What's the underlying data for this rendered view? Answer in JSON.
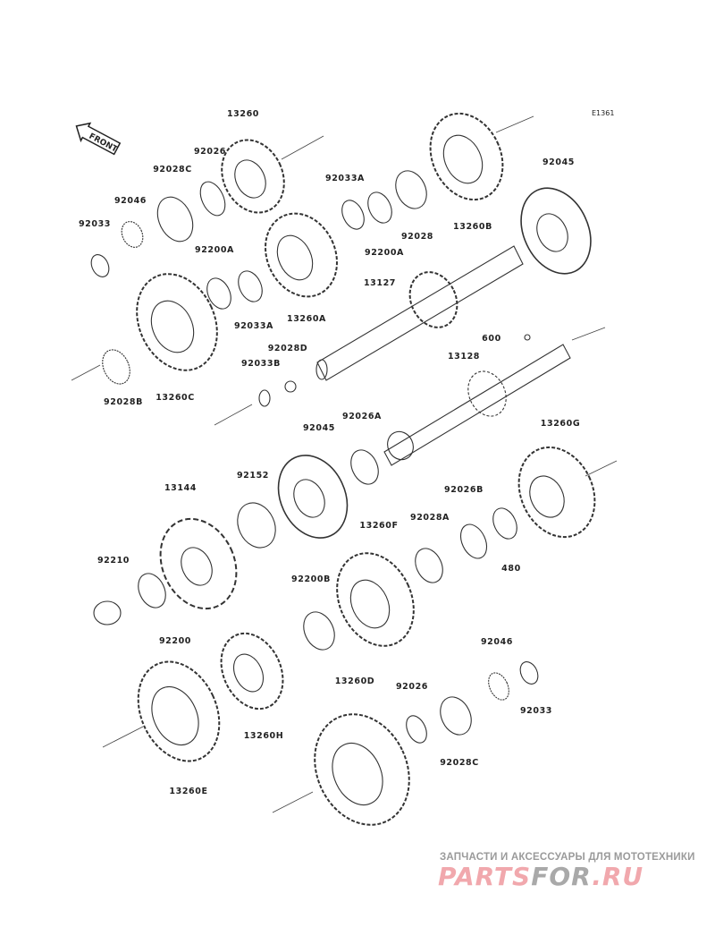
{
  "diagram_id": "E1361",
  "front_label": "FRONT",
  "labels": [
    {
      "id": "l1",
      "text": "13260"
    },
    {
      "id": "l2",
      "text": "92026"
    },
    {
      "id": "l3",
      "text": "92028C"
    },
    {
      "id": "l4",
      "text": "92046"
    },
    {
      "id": "l5",
      "text": "92033"
    },
    {
      "id": "l6",
      "text": "92033A"
    },
    {
      "id": "l7",
      "text": "92200A"
    },
    {
      "id": "l8",
      "text": "92033A"
    },
    {
      "id": "l9",
      "text": "13260A"
    },
    {
      "id": "l10",
      "text": "13260B"
    },
    {
      "id": "l11",
      "text": "92028"
    },
    {
      "id": "l12",
      "text": "92200A"
    },
    {
      "id": "l13",
      "text": "92045"
    },
    {
      "id": "l14",
      "text": "13127"
    },
    {
      "id": "l15",
      "text": "600"
    },
    {
      "id": "l16",
      "text": "13128"
    },
    {
      "id": "l17",
      "text": "92028D"
    },
    {
      "id": "l18",
      "text": "92033B"
    },
    {
      "id": "l19",
      "text": "13260C"
    },
    {
      "id": "l20",
      "text": "92028B"
    },
    {
      "id": "l21",
      "text": "92045"
    },
    {
      "id": "l22",
      "text": "92026A"
    },
    {
      "id": "l23",
      "text": "13260G"
    },
    {
      "id": "l24",
      "text": "92152"
    },
    {
      "id": "l25",
      "text": "92026B"
    },
    {
      "id": "l26",
      "text": "13144"
    },
    {
      "id": "l27",
      "text": "92028A"
    },
    {
      "id": "l28",
      "text": "13260F"
    },
    {
      "id": "l29",
      "text": "480"
    },
    {
      "id": "l30",
      "text": "92210"
    },
    {
      "id": "l31",
      "text": "92200B"
    },
    {
      "id": "l32",
      "text": "92200"
    },
    {
      "id": "l33",
      "text": "92046"
    },
    {
      "id": "l34",
      "text": "13260D"
    },
    {
      "id": "l35",
      "text": "92026"
    },
    {
      "id": "l36",
      "text": "92033"
    },
    {
      "id": "l37",
      "text": "13260H"
    },
    {
      "id": "l38",
      "text": "92028C"
    },
    {
      "id": "l39",
      "text": "13260E"
    }
  ],
  "watermark": {
    "subtitle": "ЗАПЧАСТИ И АКСЕССУАРЫ ДЛЯ МОТОТЕХНИКИ",
    "logo_part1": "PARTS",
    "logo_part2": "FOR",
    "logo_part3": ".RU",
    "accent_color": "#f1a8ad",
    "gray_color": "#a9a9a9"
  }
}
